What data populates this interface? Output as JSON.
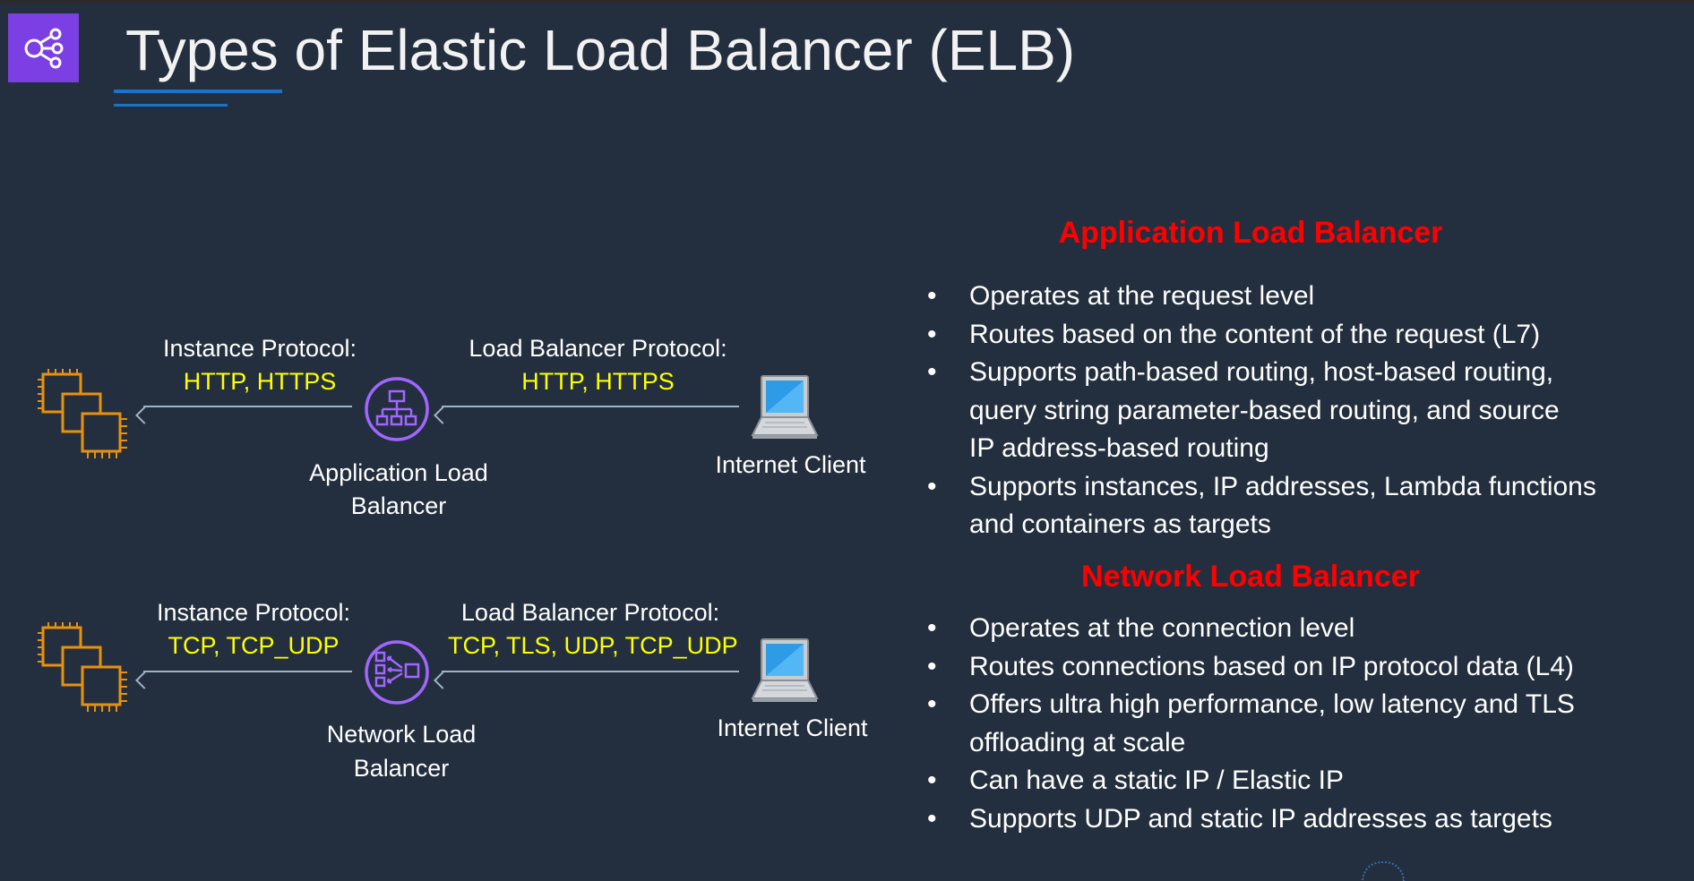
{
  "title": "Types of Elastic Load Balancer (ELB)",
  "icon": "elb-icon",
  "colors": {
    "background": "#232f3e",
    "accent": "#1a73c9",
    "heading": "#ff0000",
    "protocol": "#ffff00",
    "instance": "#e8900f",
    "balancer": "#a166ff"
  },
  "diagram": {
    "alb": {
      "instance_protocol_label": "Instance Protocol:",
      "instance_protocol_value": "HTTP, HTTPS",
      "lb_protocol_label": "Load Balancer Protocol:",
      "lb_protocol_value": "HTTP, HTTPS",
      "balancer_name_line1": "Application Load",
      "balancer_name_line2": "Balancer",
      "client_label": "Internet Client"
    },
    "nlb": {
      "instance_protocol_label": "Instance Protocol:",
      "instance_protocol_value": "TCP, TCP_UDP",
      "lb_protocol_label": "Load Balancer Protocol:",
      "lb_protocol_value": "TCP, TLS, UDP, TCP_UDP",
      "balancer_name_line1": "Network Load",
      "balancer_name_line2": "Balancer",
      "client_label": "Internet Client"
    }
  },
  "alb_section": {
    "heading": "Application Load Balancer",
    "bullets": [
      "Operates at the request level",
      "Routes based on the content of the request (L7)",
      "Supports path-based routing, host-based routing,\nquery string parameter-based routing, and source\nIP address-based routing",
      "Supports instances, IP addresses, Lambda functions\nand containers as targets"
    ]
  },
  "nlb_section": {
    "heading": "Network Load Balancer",
    "bullets": [
      "Operates at the connection level",
      "Routes connections based on IP protocol data (L4)",
      "Offers ultra high performance, low latency and TLS\noffloading at scale",
      "Can have a static IP / Elastic IP",
      "Supports UDP and static IP addresses as targets"
    ]
  }
}
